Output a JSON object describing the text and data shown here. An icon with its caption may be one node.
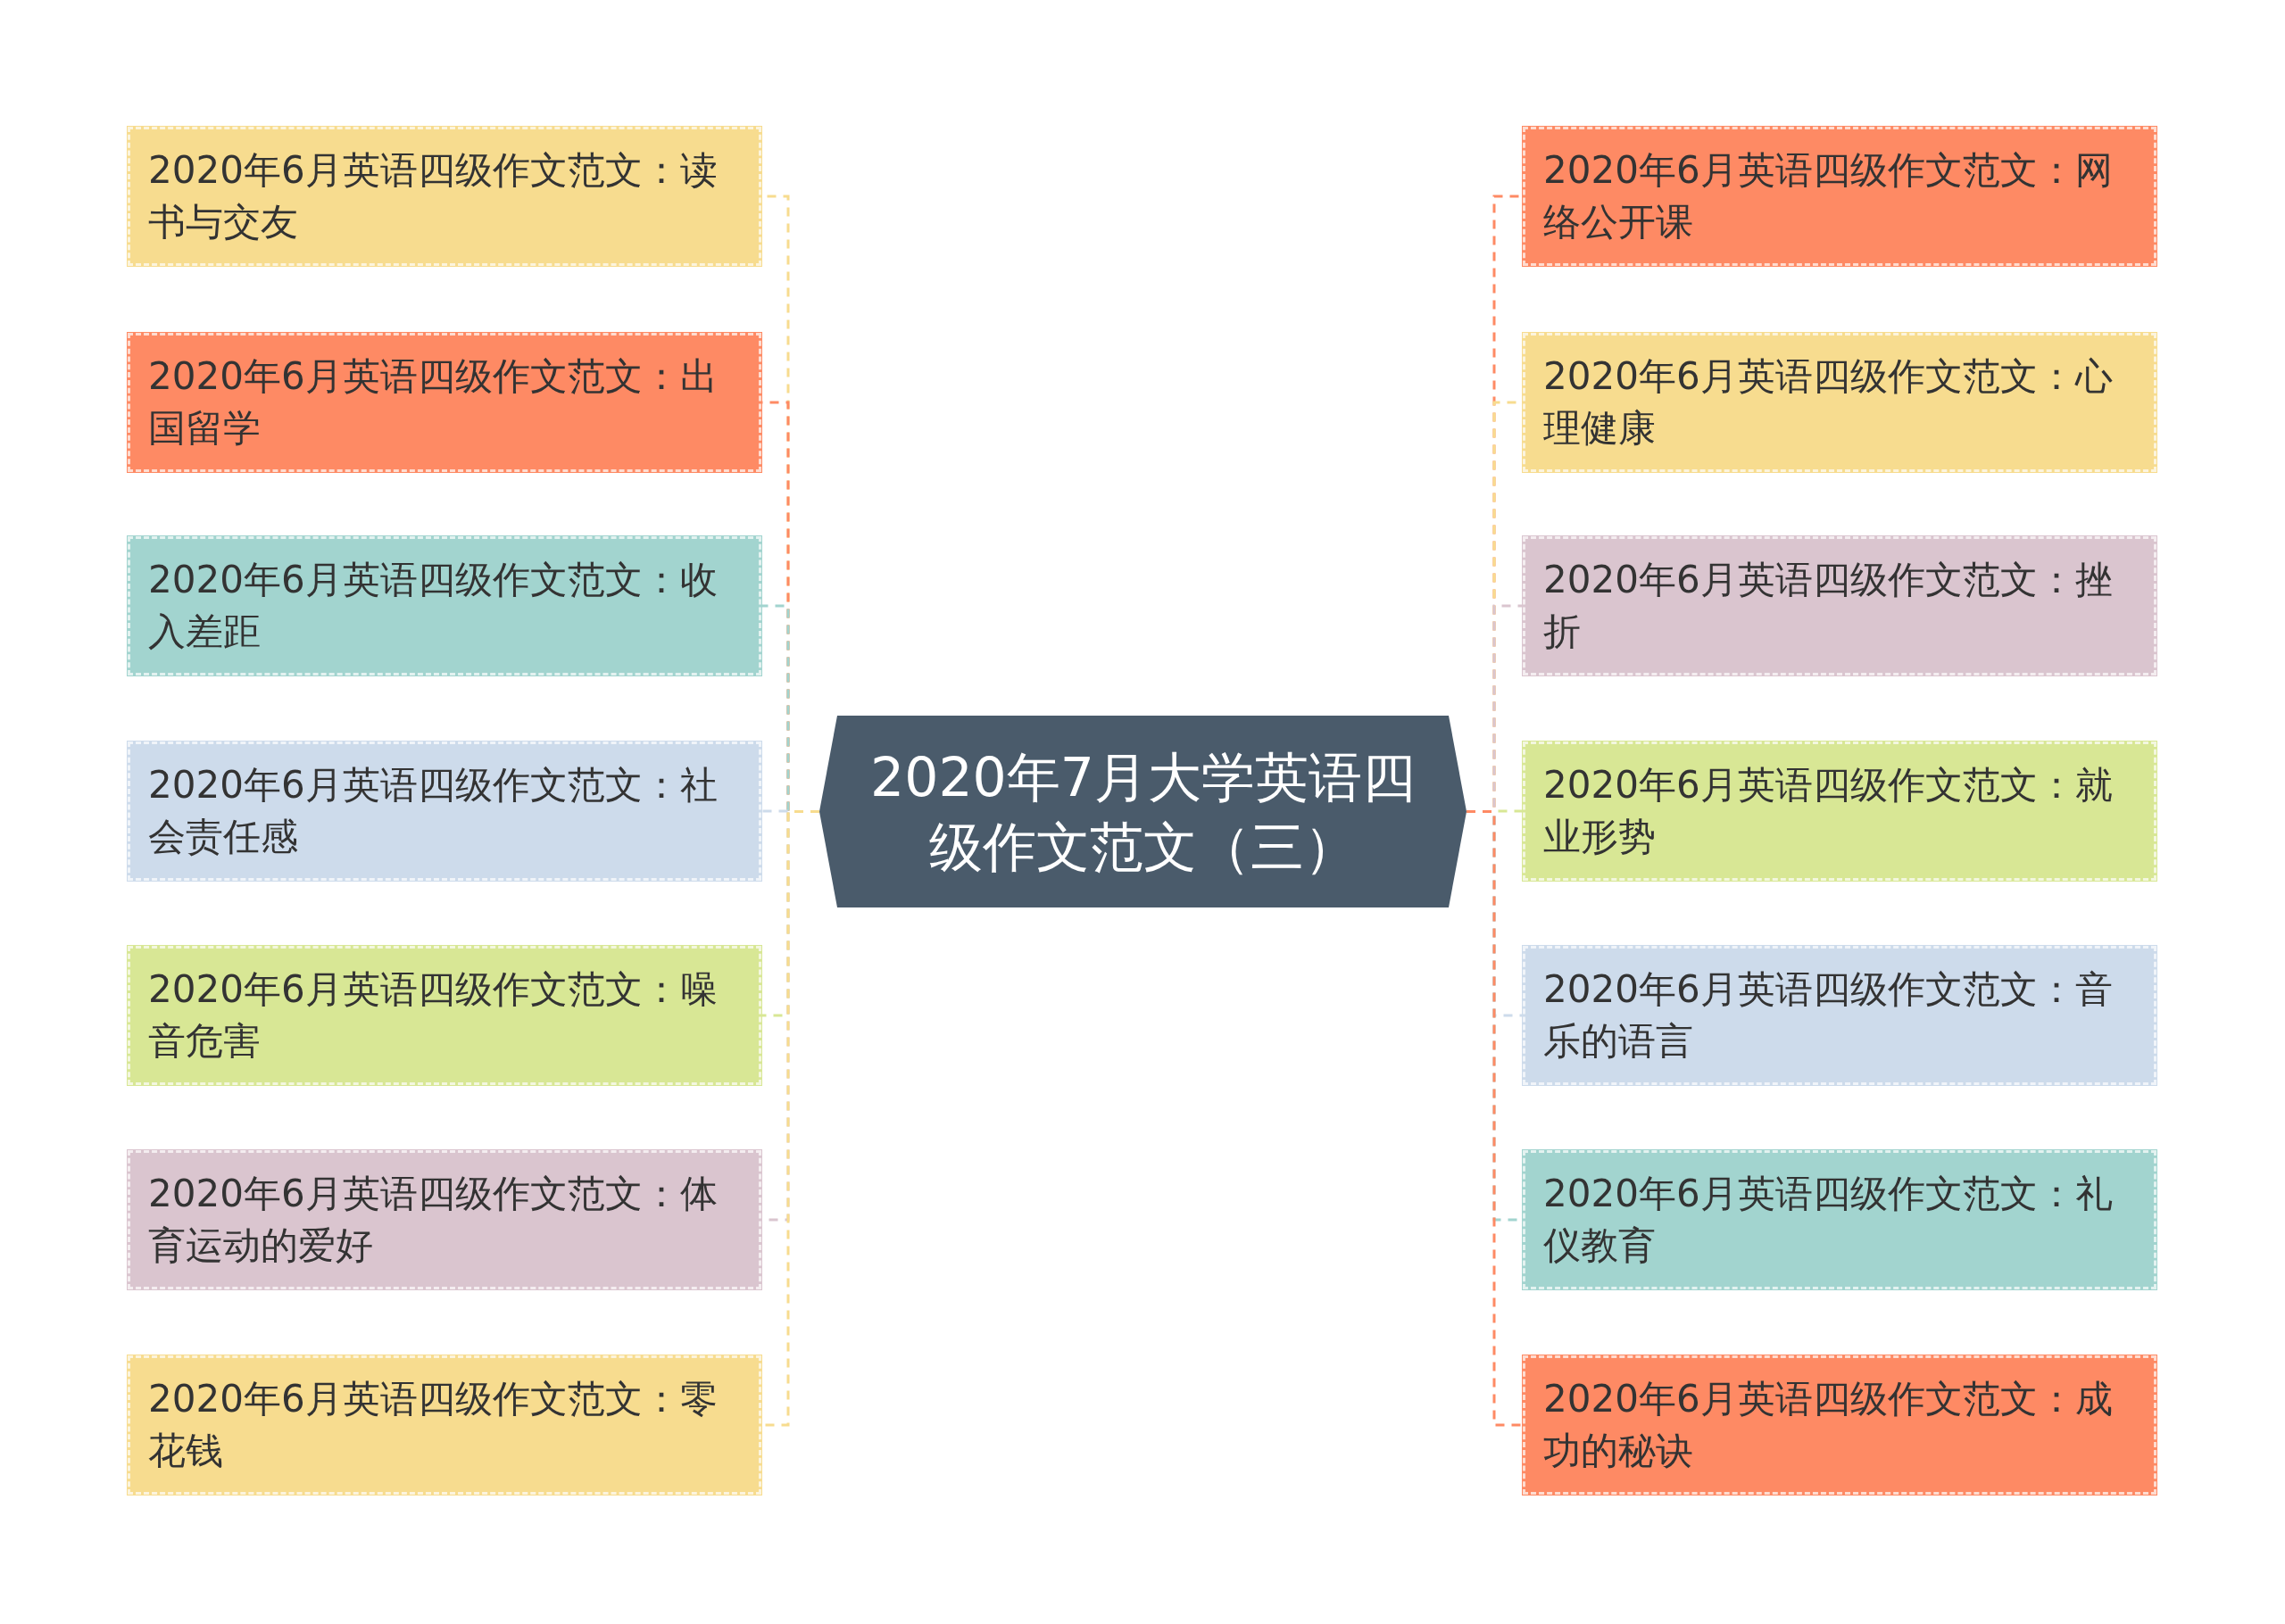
{
  "diagram": {
    "nodes": [
      {
        "text": [
          "2020年7月大学英语四级作文范文（三）"
        ]
      },
      {
        "text": [
          "2020年6月英语四级作文范文：读书与交友"
        ]
      },
      {
        "text": [
          "2020年6月英语四级作文范文：出国留学"
        ]
      },
      {
        "text": [
          "2020年6月英语四级作文范文：收入差距"
        ]
      },
      {
        "text": [
          "2020年6月英语四级作文范文：社会责任感"
        ]
      },
      {
        "text": [
          "2020年6月英语四级作文范文：噪音危害"
        ]
      },
      {
        "text": [
          "2020年6月英语四级作文范文：体育运动的爱好"
        ]
      },
      {
        "text": [
          "2020年6月英语四级作文范文：零花钱"
        ]
      },
      {
        "text": [
          "2020年6月英语四级作文范文：网络公开课"
        ]
      },
      {
        "text": [
          "2020年6月英语四级作文范文：心理健康"
        ]
      },
      {
        "text": [
          "2020年6月英语四级作文范文：挫折"
        ]
      },
      {
        "text": [
          "2020年6月英语四级作文范文：就业形势"
        ]
      },
      {
        "text": [
          "2020年6月英语四级作文范文：音乐的语言"
        ]
      },
      {
        "text": [
          "2020年6月英语四级作文范文：礼仪教育"
        ]
      },
      {
        "text": [
          "2020年6月英语四级作文范文：成功的秘诀"
        ]
      }
    ],
    "edges": [
      {
        "from": 0,
        "to": 1,
        "arrow": "none",
        "style": "dashed",
        "color": "#f7dc8f"
      },
      {
        "from": 0,
        "to": 2,
        "arrow": "none",
        "style": "dashed",
        "color": "#fe8a64"
      },
      {
        "from": 0,
        "to": 3,
        "arrow": "none",
        "style": "dashed",
        "color": "#a2d4cf"
      },
      {
        "from": 0,
        "to": 4,
        "arrow": "none",
        "style": "dashed",
        "color": "#cddbeb"
      },
      {
        "from": 0,
        "to": 5,
        "arrow": "none",
        "style": "dashed",
        "color": "#d8e795"
      },
      {
        "from": 0,
        "to": 6,
        "arrow": "none",
        "style": "dashed",
        "color": "#dac5cf"
      },
      {
        "from": 0,
        "to": 7,
        "arrow": "none",
        "style": "dashed",
        "color": "#f7dc8f"
      },
      {
        "from": 0,
        "to": 8,
        "arrow": "none",
        "style": "dashed",
        "color": "#fe8a64"
      },
      {
        "from": 0,
        "to": 9,
        "arrow": "none",
        "style": "dashed",
        "color": "#f7dc8f"
      },
      {
        "from": 0,
        "to": 10,
        "arrow": "none",
        "style": "dashed",
        "color": "#dac5cf"
      },
      {
        "from": 0,
        "to": 11,
        "arrow": "none",
        "style": "dashed",
        "color": "#d8e795"
      },
      {
        "from": 0,
        "to": 12,
        "arrow": "none",
        "style": "dashed",
        "color": "#cddbeb"
      },
      {
        "from": 0,
        "to": 13,
        "arrow": "none",
        "style": "dashed",
        "color": "#a2d4cf"
      },
      {
        "from": 0,
        "to": 14,
        "arrow": "none",
        "style": "dashed",
        "color": "#fe8a64"
      }
    ]
  }
}
